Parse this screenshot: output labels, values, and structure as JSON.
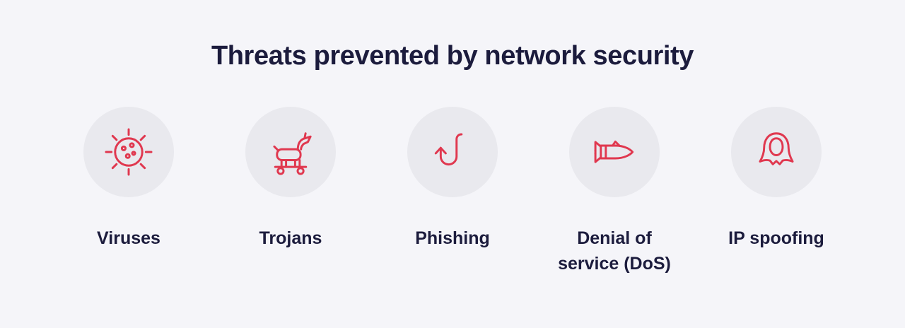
{
  "title": "Threats prevented by network security",
  "items": [
    {
      "label": "Viruses",
      "icon": "virus-icon"
    },
    {
      "label": "Trojans",
      "icon": "trojan-horse-icon"
    },
    {
      "label": "Phishing",
      "icon": "phishing-hook-icon"
    },
    {
      "label": "Denial of\nservice (DoS)",
      "icon": "missile-icon"
    },
    {
      "label": "IP spoofing",
      "icon": "hacker-hood-icon"
    }
  ],
  "colors": {
    "bg": "#f5f5f9",
    "circle": "#e9e9ee",
    "accent": "#e0384f",
    "text": "#1c1c3d"
  }
}
